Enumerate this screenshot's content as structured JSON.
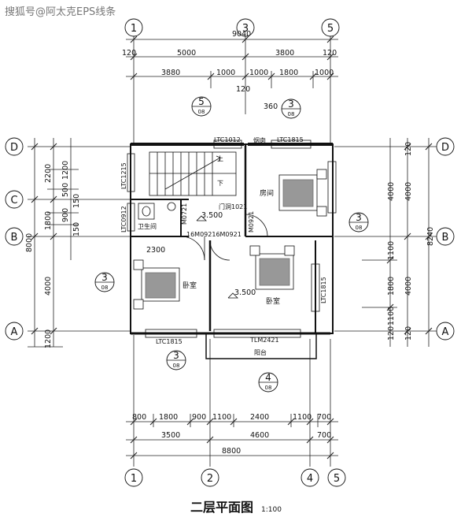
{
  "watermark": "搜狐号@阿太克EPS线条",
  "title": "二层平面图",
  "scale": "1:100",
  "axes": {
    "top": [
      "1",
      "3",
      "5"
    ],
    "bottom": [
      "1",
      "2",
      "4",
      "5"
    ],
    "left": [
      "D",
      "C",
      "B",
      "A"
    ],
    "right": [
      "D",
      "B",
      "A"
    ]
  },
  "dims_top": {
    "total": "9040",
    "row2": [
      "120",
      "5000",
      "3800",
      "120"
    ],
    "row3": [
      "3880",
      "1000",
      "1000",
      "1800",
      "1000"
    ],
    "small": [
      "120",
      "360"
    ]
  },
  "dims_bottom": {
    "row1": [
      "800",
      "1800",
      "900",
      "1100",
      "2400",
      "1100",
      "700"
    ],
    "row2": [
      "3500",
      "4600",
      "700"
    ],
    "total": "8800"
  },
  "dims_left": {
    "total": "8000",
    "outer": [
      "2200",
      "1800",
      "4000",
      "1200"
    ],
    "inner": [
      "1200",
      "500",
      "900",
      "150",
      "150"
    ]
  },
  "dims_right": {
    "total": "8240",
    "outer": [
      "120",
      "4000",
      "4000",
      "120"
    ],
    "inner": [
      "4000",
      "1100",
      "1800",
      "1100",
      "120"
    ]
  },
  "rooms": {
    "bedroom_ne": "房间",
    "bathroom": "卫生间",
    "bedroom_sw": "卧室",
    "bedroom_se": "卧室",
    "balcony": "阳台",
    "flue": "烟囱",
    "stair_up": "上",
    "stair_down": "下"
  },
  "labels": {
    "ltc1012": "LTC1012",
    "ltc1815_top": "LTC1815",
    "ltc1215": "LTC1215",
    "ltc0912": "LTC0912",
    "ltc1815_bottom": "LTC1815",
    "ltc1815_right": "LTC1815",
    "tlm2421": "TLM2421",
    "door_codes": "16M09216M0921",
    "door_1021": "门洞1021",
    "m0921": "M0921",
    "m0721": "M0721",
    "elev_hall": "3.500",
    "elev_room": "3.500",
    "room_width": "2300"
  },
  "refs": [
    {
      "top": "5",
      "bot": "08"
    },
    {
      "top": "3",
      "bot": "08"
    },
    {
      "top": "3",
      "bot": "08"
    },
    {
      "top": "3",
      "bot": "08"
    },
    {
      "top": "3",
      "bot": "08"
    },
    {
      "top": "4",
      "bot": "08"
    }
  ]
}
